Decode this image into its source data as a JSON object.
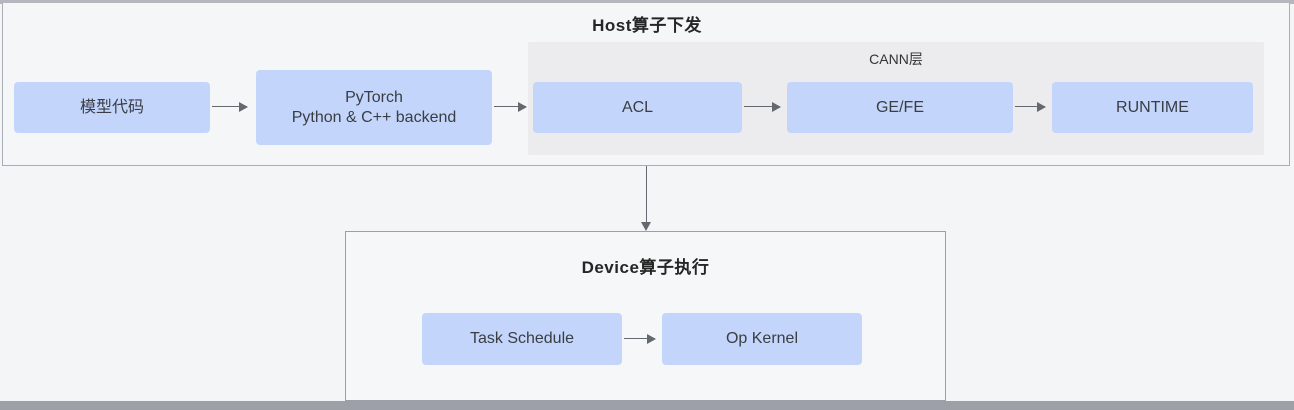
{
  "diagram": {
    "host": {
      "title": "Host算子下发",
      "cann_group_label": "CANN层",
      "nodes": {
        "model_code": "模型代码",
        "pytorch_line1": "PyTorch",
        "pytorch_line2": "Python & C++ backend",
        "acl": "ACL",
        "gefe": "GE/FE",
        "runtime": "RUNTIME"
      }
    },
    "device": {
      "title": "Device算子执行",
      "nodes": {
        "task_schedule": "Task Schedule",
        "op_kernel": "Op Kernel"
      }
    },
    "colors": {
      "node_fill": "#c3d5fa",
      "cann_group_fill": "#ececee",
      "host_fill": "#f5f6f8",
      "device_fill": "#f6f7f9",
      "container_border": "#9aa0a8",
      "arrow": "#64686f",
      "top_bar": "#b4b7bd",
      "bottom_bar": "#9da0a6",
      "text": "#3a3d44"
    }
  }
}
